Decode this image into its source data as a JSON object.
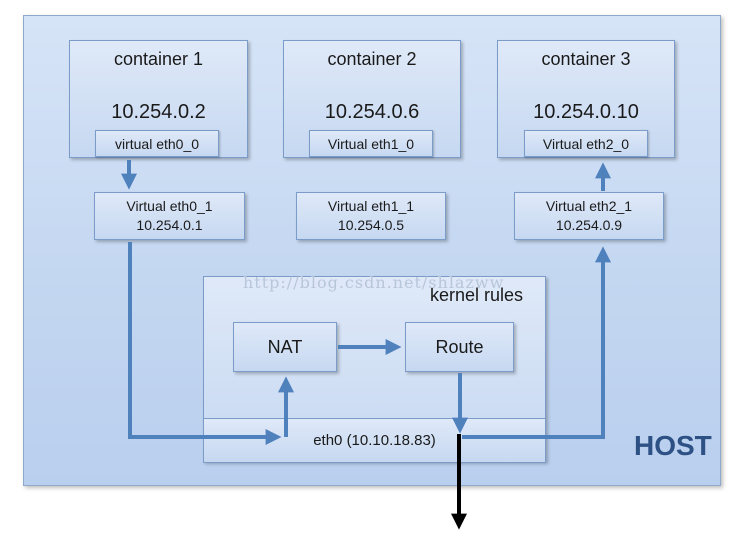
{
  "host_label": "HOST",
  "containers": [
    {
      "title": "container 1",
      "ip": "10.254.0.2",
      "inner_eth": "virtual eth0_0"
    },
    {
      "title": "container 2",
      "ip": "10.254.0.6",
      "inner_eth": "Virtual eth1_0"
    },
    {
      "title": "container 3",
      "ip": "10.254.0.10",
      "inner_eth": "Virtual eth2_0"
    }
  ],
  "host_veths": [
    {
      "name": "Virtual eth0_1",
      "ip": "10.254.0.1"
    },
    {
      "name": "Virtual eth1_1",
      "ip": "10.254.0.5"
    },
    {
      "name": "Virtual eth2_1",
      "ip": "10.254.0.9"
    }
  ],
  "kernel": {
    "label": "kernel rules",
    "nat": "NAT",
    "route": "Route",
    "eth0": "eth0  (10.10.18.83)"
  },
  "watermark": "http://blog.csdn.net/shlazww",
  "colors": {
    "host_fill": "#c4d7f1",
    "box_fill": "#d2e0f4",
    "box_border": "#7b9bc8",
    "arrow": "#4f81bd",
    "external_arrow": "#000000",
    "host_label": "#2d5184"
  }
}
